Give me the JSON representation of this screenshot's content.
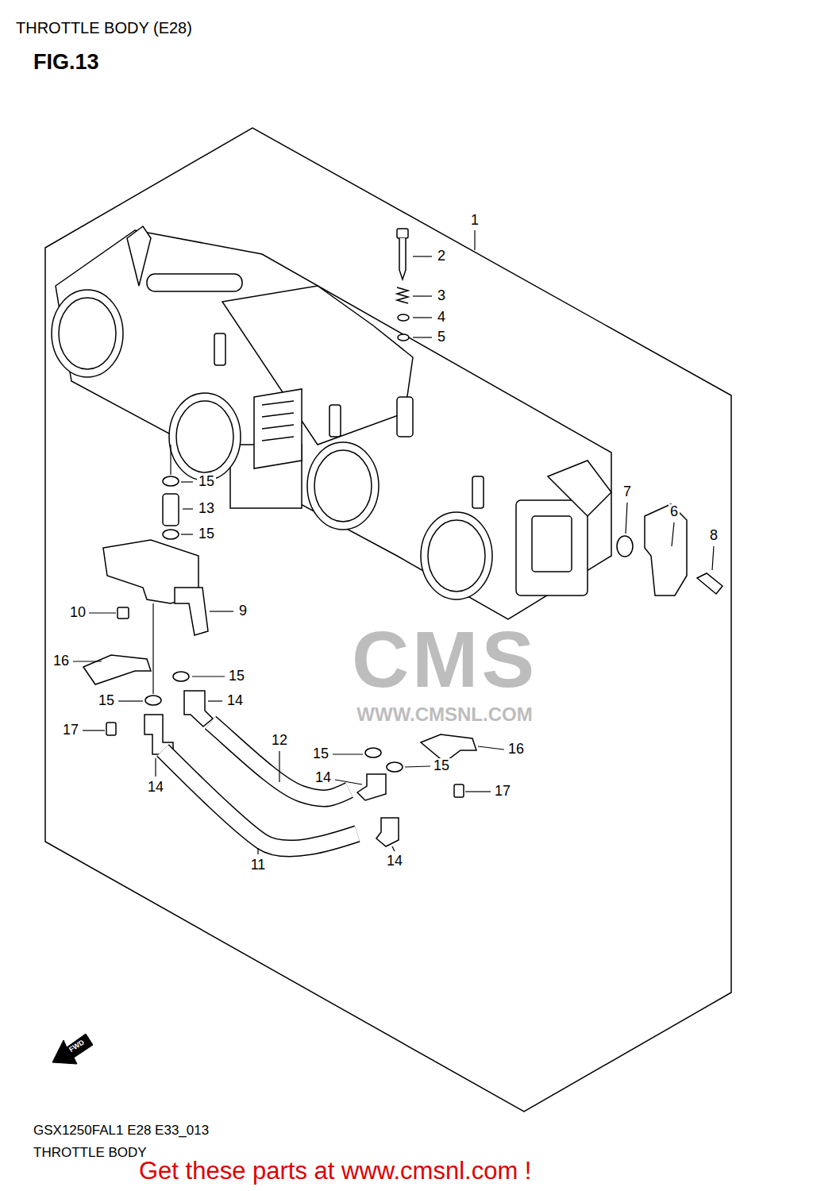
{
  "diagram": {
    "title": "THROTTLE BODY (E28)",
    "labels": [
      "FIG.13",
      "1",
      "2",
      "3",
      "4",
      "5",
      "15",
      "13",
      "15",
      "7",
      "6",
      "8",
      "10",
      "9",
      "16",
      "15",
      "15",
      "14",
      "17",
      "12",
      "15",
      "16",
      "14",
      "15",
      "14",
      "17",
      "11",
      "14",
      "CMS",
      "WWW.CMSNL.COM",
      "FWD",
      "GSX1250FAL1 E28 E33_013",
      "THROTTLE BODY",
      "Get these parts at www.cmsnl.com !"
    ]
  }
}
